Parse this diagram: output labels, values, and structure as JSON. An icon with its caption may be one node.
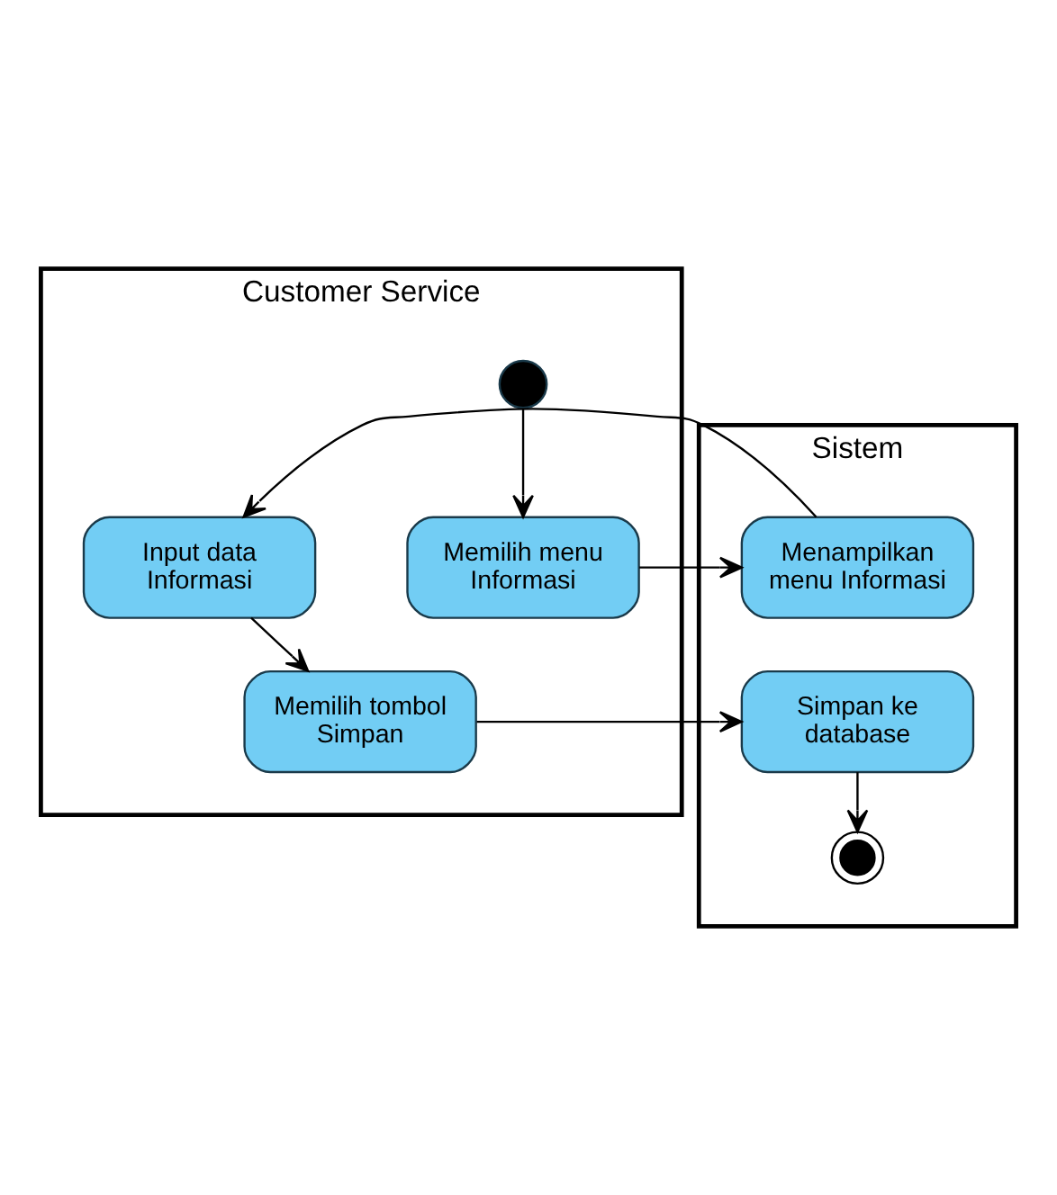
{
  "diagram": {
    "nodes": [
      {
        "text": [
          "Customer Service"
        ]
      },
      {
        "text": [
          "Sistem"
        ]
      },
      {
        "text": [],
        "shape": "circle",
        "in": 0
      },
      {
        "text": [
          "Memilih menu Informasi"
        ],
        "in": 0
      },
      {
        "text": [
          "Menampilkan menu Informasi"
        ],
        "in": 1
      },
      {
        "text": [
          "Input data Informasi"
        ],
        "in": 0
      },
      {
        "text": [
          "Memilih tombol Simpan"
        ],
        "in": 0
      },
      {
        "text": [
          "Simpan ke database"
        ],
        "in": 1
      },
      {
        "text": [],
        "shape": "bullseye",
        "in": 1
      }
    ],
    "edges": [
      {
        "from": 2,
        "to": 3,
        "arrow": "to"
      },
      {
        "from": 3,
        "to": 4,
        "arrow": "to"
      },
      {
        "from": 4,
        "to": 5,
        "arrow": "to"
      },
      {
        "from": 5,
        "to": 6,
        "arrow": "to"
      },
      {
        "from": 6,
        "to": 7,
        "arrow": "to"
      },
      {
        "from": 7,
        "to": 8,
        "arrow": "to"
      }
    ]
  }
}
